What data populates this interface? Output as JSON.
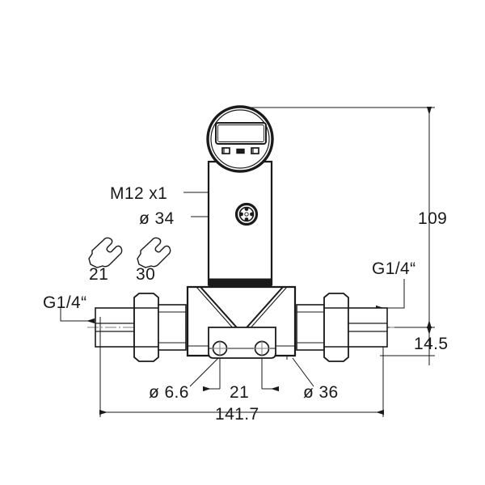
{
  "drawing": {
    "title": "Pressure sensor dimensional drawing",
    "type": "technical-dimension-drawing",
    "units": "mm",
    "background_color": "#ffffff",
    "line_color": "#1a1a1a"
  },
  "labels": {
    "connector_thread": "M12 x1",
    "housing_diameter": "ø 34",
    "wrench_1": "21",
    "wrench_2": "30",
    "process_connection_left": "G1/4“",
    "process_connection_right": "G1/4“",
    "height_total": "109",
    "height_center_offset": "14.5",
    "hole_diameter": "ø 6.6",
    "hole_spacing": "21",
    "hex_across_flats": "ø 36",
    "overall_length": "141.7"
  },
  "icons": {
    "wrench_left": "wrench-icon",
    "wrench_right": "wrench-icon",
    "display": "lcd-display",
    "buttons": [
      "button-left",
      "button-middle",
      "button-right"
    ],
    "connector": "m12-circular-connector"
  },
  "components": {
    "display_head": "circular display head with LCD and three keypad buttons",
    "neck": "rectangular sensor neck housing",
    "body": "central block body with V-groove",
    "mounting_foot": "mounting bracket with two through holes",
    "left_fitting": "G1/4 threaded fitting with hex nut",
    "right_fitting": "G1/4 threaded fitting with hex nut"
  }
}
